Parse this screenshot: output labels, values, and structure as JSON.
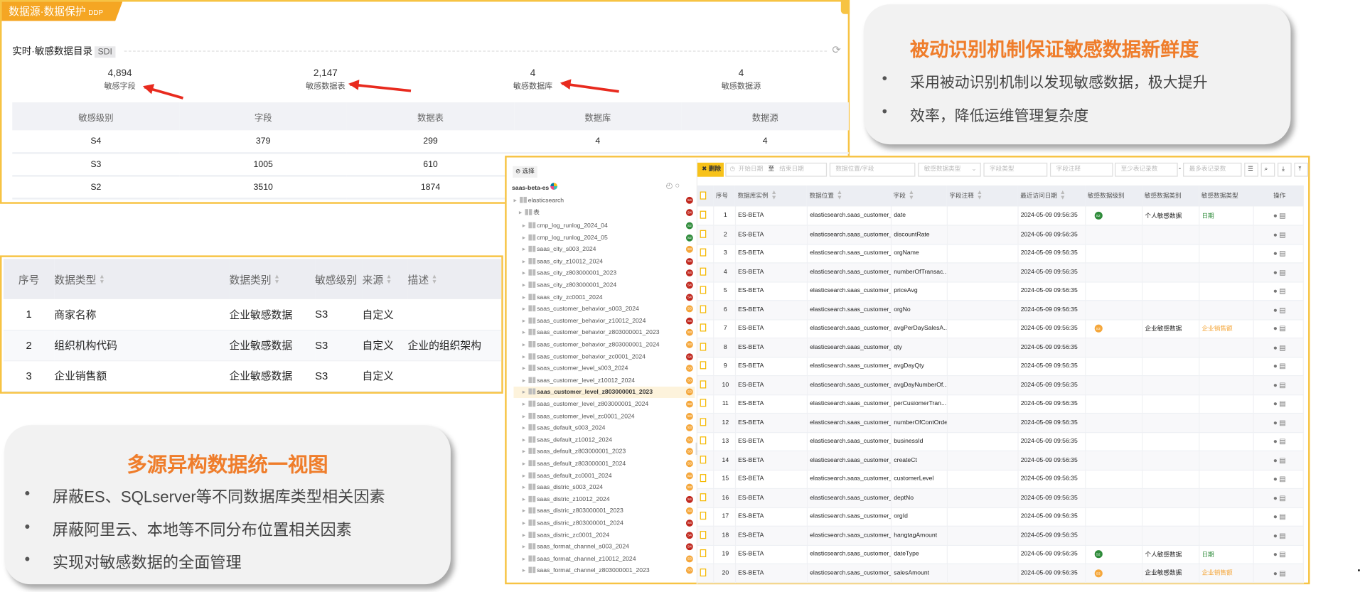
{
  "top_panel": {
    "tab_title": "数据源·数据保护",
    "tab_badge": "DDP",
    "section_title": "实时·敏感数据目录",
    "section_tag": "SDI",
    "refresh_icon": "refresh-icon",
    "stats": [
      {
        "value": "4,894",
        "label": "敏感字段"
      },
      {
        "value": "2,147",
        "label": "敏感数据表"
      },
      {
        "value": "4",
        "label": "敏感数据库"
      },
      {
        "value": "4",
        "label": "敏感数据源"
      }
    ],
    "columns": [
      "敏感级别",
      "字段",
      "数据表",
      "数据库",
      "数据源"
    ],
    "rows": [
      [
        "S4",
        "379",
        "299",
        "4",
        "4"
      ],
      [
        "S3",
        "1005",
        "610",
        "",
        ""
      ],
      [
        "S2",
        "3510",
        "1874",
        "",
        ""
      ]
    ]
  },
  "types_panel": {
    "columns": [
      "序号",
      "数据类型",
      "数据类别",
      "敏感级别",
      "来源",
      "描述"
    ],
    "rows": [
      [
        "1",
        "商家名称",
        "企业敏感数据",
        "S3",
        "自定义",
        ""
      ],
      [
        "2",
        "组织机构代码",
        "企业敏感数据",
        "S3",
        "自定义",
        "企业的组织架构"
      ],
      [
        "3",
        "企业销售额",
        "企业敏感数据",
        "S3",
        "自定义",
        ""
      ]
    ]
  },
  "callout_left": {
    "title": "多源异构数据统一视图",
    "bullets": [
      "屏蔽ES、SQLserver等不同数据库类型相关因素",
      "屏蔽阿里云、本地等不同分布位置相关因素",
      "实现对敏感数据的全面管理"
    ]
  },
  "callout_right": {
    "title": "被动识别机制保证敏感数据新鲜度",
    "bullets": [
      "采用被动识别机制以发现敏感数据，极大提升",
      "效率，降低运维管理复杂度"
    ]
  },
  "colors": {
    "accent": "#f5a623",
    "title_orange": "#ef7d2b",
    "s4": "#c0271d",
    "s3": "#f5a73b",
    "s2": "#2e8b3a",
    "arrow": "#e82a1e"
  },
  "tree": {
    "select_label": "选择",
    "root": "saas-beta-es",
    "db": {
      "name": "elasticsearch",
      "level": "S4"
    },
    "group": {
      "name": "表",
      "level": "S4"
    },
    "items": [
      [
        "cmp_log_runlog_2024_04",
        "S2"
      ],
      [
        "cmp_log_runlog_2024_05",
        "S2"
      ],
      [
        "saas_city_s003_2024",
        "S3"
      ],
      [
        "saas_city_z10012_2024",
        "S4"
      ],
      [
        "saas_city_z803000001_2023",
        "S4"
      ],
      [
        "saas_city_z803000001_2024",
        "S4"
      ],
      [
        "saas_city_zc0001_2024",
        "S4"
      ],
      [
        "saas_customer_behavior_s003_2024",
        "S3"
      ],
      [
        "saas_customer_behavior_z10012_2024",
        "S4"
      ],
      [
        "saas_customer_behavior_z803000001_2023",
        "S3"
      ],
      [
        "saas_customer_behavior_z803000001_2024",
        "S3"
      ],
      [
        "saas_customer_behavior_zc0001_2024",
        "S4"
      ],
      [
        "saas_customer_level_s003_2024",
        "S3"
      ],
      [
        "saas_customer_level_z10012_2024",
        "S3"
      ],
      [
        "saas_customer_level_z803000001_2023",
        "S3"
      ],
      [
        "saas_customer_level_z803000001_2024",
        "S3"
      ],
      [
        "saas_customer_level_zc0001_2024",
        "S3"
      ],
      [
        "saas_default_s003_2024",
        "S3"
      ],
      [
        "saas_default_z10012_2024",
        "S3"
      ],
      [
        "saas_default_z803000001_2023",
        "S3"
      ],
      [
        "saas_default_z803000001_2024",
        "S3"
      ],
      [
        "saas_default_zc0001_2024",
        "S3"
      ],
      [
        "saas_distric_s003_2024",
        "S3"
      ],
      [
        "saas_distric_z10012_2024",
        "S4"
      ],
      [
        "saas_distric_z803000001_2023",
        "S3"
      ],
      [
        "saas_distric_z803000001_2024",
        "S4"
      ],
      [
        "saas_distric_zc0001_2024",
        "S4"
      ],
      [
        "saas_format_channel_s003_2024",
        "S4"
      ],
      [
        "saas_format_channel_z10012_2024",
        "S3"
      ],
      [
        "saas_format_channel_z803000001_2023",
        "S3"
      ]
    ],
    "selected": "saas_customer_level_z803000001_2023"
  },
  "toolbar": {
    "delete_label": "删除",
    "start_date": "开始日期",
    "to": "至",
    "end_date": "结束日期",
    "location_field": "数据位置/字段",
    "sensitive_type": "敏感数据类型",
    "field_type": "字段类型",
    "field_comment": "字段注释",
    "min_records": "至少表记录数",
    "dash": "-",
    "max_records": "最多表记录数"
  },
  "field_table": {
    "columns": [
      "",
      "序号",
      "数据库实例",
      "数据位置",
      "字段",
      "字段注释",
      "最近访问日期",
      "敏感数据级别",
      "敏感数据类别",
      "敏感数据类型",
      "操作"
    ],
    "rows": [
      [
        "1",
        "ES-BETA",
        "elasticsearch.saas_customer_l...",
        "date",
        "",
        "2024-05-09 09:56:35",
        "S2",
        "个人敏感数据",
        "日期"
      ],
      [
        "2",
        "ES-BETA",
        "elasticsearch.saas_customer_l...",
        "discountRate",
        "",
        "2024-05-09 09:56:35",
        "",
        "",
        ""
      ],
      [
        "3",
        "ES-BETA",
        "elasticsearch.saas_customer_l...",
        "orgName",
        "",
        "2024-05-09 09:56:35",
        "",
        "",
        ""
      ],
      [
        "4",
        "ES-BETA",
        "elasticsearch.saas_customer_l...",
        "numberOfTransac...",
        "",
        "2024-05-09 09:56:35",
        "",
        "",
        ""
      ],
      [
        "5",
        "ES-BETA",
        "elasticsearch.saas_customer_l...",
        "priceAvg",
        "",
        "2024-05-09 09:56:35",
        "",
        "",
        ""
      ],
      [
        "6",
        "ES-BETA",
        "elasticsearch.saas_customer_l...",
        "orgNo",
        "",
        "2024-05-09 09:56:35",
        "",
        "",
        ""
      ],
      [
        "7",
        "ES-BETA",
        "elasticsearch.saas_customer_l...",
        "avgPerDaySalesA...",
        "",
        "2024-05-09 09:56:35",
        "S3",
        "企业敏感数据",
        "企业销售额"
      ],
      [
        "8",
        "ES-BETA",
        "elasticsearch.saas_customer_l...",
        "qty",
        "",
        "2024-05-09 09:56:35",
        "",
        "",
        ""
      ],
      [
        "9",
        "ES-BETA",
        "elasticsearch.saas_customer_l...",
        "avgDayQty",
        "",
        "2024-05-09 09:56:35",
        "",
        "",
        ""
      ],
      [
        "10",
        "ES-BETA",
        "elasticsearch.saas_customer_l...",
        "avgDayNumberOf...",
        "",
        "2024-05-09 09:56:35",
        "",
        "",
        ""
      ],
      [
        "11",
        "ES-BETA",
        "elasticsearch.saas_customer_l...",
        "perCusiomerTran...",
        "",
        "2024-05-09 09:56:35",
        "",
        "",
        ""
      ],
      [
        "12",
        "ES-BETA",
        "elasticsearch.saas_customer_l...",
        "numberOfContOrder",
        "",
        "2024-05-09 09:56:35",
        "",
        "",
        ""
      ],
      [
        "13",
        "ES-BETA",
        "elasticsearch.saas_customer_l...",
        "businessId",
        "",
        "2024-05-09 09:56:35",
        "",
        "",
        ""
      ],
      [
        "14",
        "ES-BETA",
        "elasticsearch.saas_customer_l...",
        "createCt",
        "",
        "2024-05-09 09:56:35",
        "",
        "",
        ""
      ],
      [
        "15",
        "ES-BETA",
        "elasticsearch.saas_customer_l...",
        "customerLevel",
        "",
        "2024-05-09 09:56:35",
        "",
        "",
        ""
      ],
      [
        "16",
        "ES-BETA",
        "elasticsearch.saas_customer_l...",
        "deptNo",
        "",
        "2024-05-09 09:56:35",
        "",
        "",
        ""
      ],
      [
        "17",
        "ES-BETA",
        "elasticsearch.saas_customer_l...",
        "orgId",
        "",
        "2024-05-09 09:56:35",
        "",
        "",
        ""
      ],
      [
        "18",
        "ES-BETA",
        "elasticsearch.saas_customer_l...",
        "hangtagAmount",
        "",
        "2024-05-09 09:56:35",
        "",
        "",
        ""
      ],
      [
        "19",
        "ES-BETA",
        "elasticsearch.saas_customer_l...",
        "dateType",
        "",
        "2024-05-09 09:56:35",
        "S2",
        "个人敏感数据",
        "日期"
      ],
      [
        "20",
        "ES-BETA",
        "elasticsearch.saas_customer_l...",
        "salesAmount",
        "",
        "2024-05-09 09:56:35",
        "S3",
        "企业敏感数据",
        "企业销售额"
      ]
    ]
  }
}
